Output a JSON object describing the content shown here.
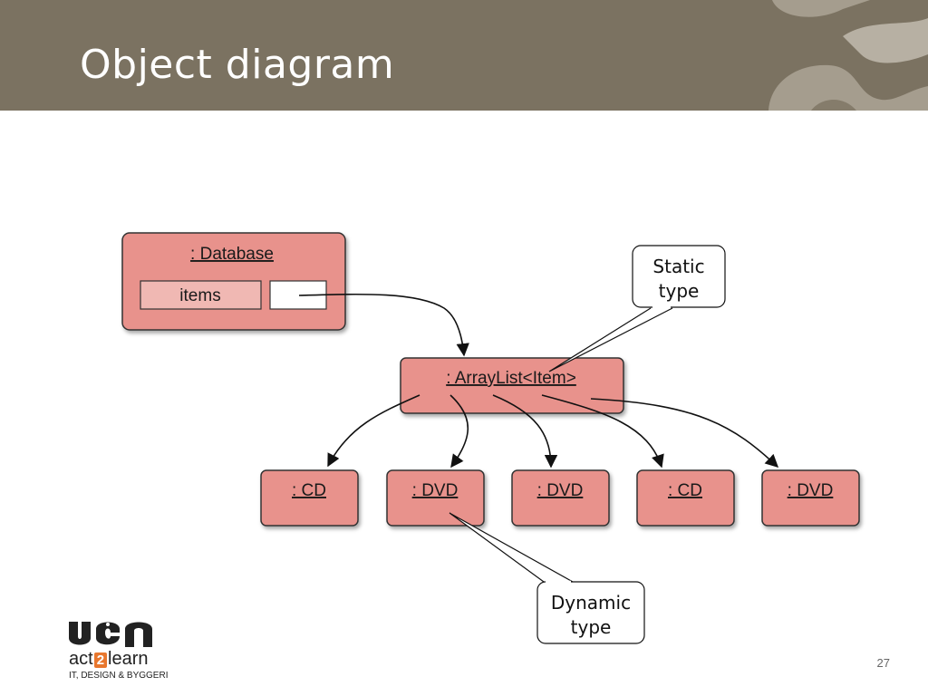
{
  "slide": {
    "title": "Object diagram",
    "page_number": "27"
  },
  "database": {
    "label": ": Database",
    "field_label": "items"
  },
  "arraylist": {
    "label": ": ArrayList<Item>"
  },
  "items": [
    {
      "label": ": CD"
    },
    {
      "label": ": DVD"
    },
    {
      "label": ": DVD"
    },
    {
      "label": ": CD"
    },
    {
      "label": ": DVD"
    }
  ],
  "callouts": {
    "static": [
      "Static",
      "type"
    ],
    "dynamic": [
      "Dynamic",
      "type"
    ]
  },
  "logo": {
    "act": "act",
    "two": "2",
    "learn": "learn",
    "subtitle": "IT, DESIGN & BYGGERI"
  },
  "colors": {
    "header": "#7b7261",
    "object_fill": "#e8928c",
    "accent": "#e8772e"
  }
}
